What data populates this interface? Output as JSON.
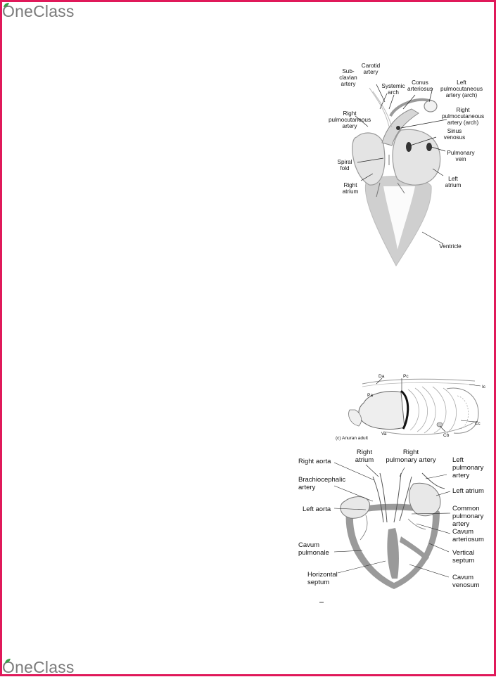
{
  "brand": {
    "name": "OneClass",
    "leaf_color": "#3aa04a",
    "frame_color": "#e0195a"
  },
  "figure_frog": {
    "labels": {
      "carotid": [
        "Carotid",
        "artery"
      ],
      "subclavian": [
        "Sub-",
        "clavian",
        "artery"
      ],
      "systemic": [
        "Systemic",
        "arch"
      ],
      "conus": [
        "Conus",
        "arteriosus"
      ],
      "left_pulmo": [
        "Left",
        "pulmocutaneous",
        "artery (arch)"
      ],
      "right_pulmo_arch": [
        "Right",
        "pulmocutaneous",
        "artery (arch)"
      ],
      "right_pulmo_artery": [
        "Right",
        "pulmocutaneous",
        "artery"
      ],
      "sinus": [
        "Sinus",
        "venosus"
      ],
      "pulmonary_vein": [
        "Pulmonary",
        "vein"
      ],
      "spiral": [
        "Spiral",
        "fold"
      ],
      "right_atrium": [
        "Right",
        "atrium"
      ],
      "left_atrium": [
        "Left",
        "atrium"
      ],
      "ventricle": [
        "Ventricle"
      ]
    }
  },
  "figure_anuran": {
    "labels": {
      "da": "Da",
      "pc": "Pc",
      "lc": "Ic",
      "pa": "Pa",
      "ec": "Ec",
      "va": "Va",
      "cb": "Cb"
    },
    "caption": "(c)  Anuran adult"
  },
  "figure_reptile": {
    "labels": {
      "right_aorta": [
        "Right aorta"
      ],
      "right_atrium": [
        "Right",
        "atrium"
      ],
      "right_pulm": [
        "Right",
        "pulmonary artery"
      ],
      "left_pulm": [
        "Left",
        "pulmonary",
        "artery"
      ],
      "brachio": [
        "Brachiocephalic",
        "artery"
      ],
      "left_atrium": [
        "Left atrium"
      ],
      "left_aorta": [
        "Left aorta"
      ],
      "common_pulm": [
        "Common",
        "pulmonary",
        "artery"
      ],
      "cavum_art": [
        "Cavum",
        "arteriosum"
      ],
      "cavum_pulm": [
        "Cavum",
        "pulmonale"
      ],
      "vertical": [
        "Vertical",
        "septum"
      ],
      "horizontal": [
        "Horizontal",
        "septum"
      ],
      "cavum_ven": [
        "Cavum",
        "venosum"
      ]
    }
  }
}
